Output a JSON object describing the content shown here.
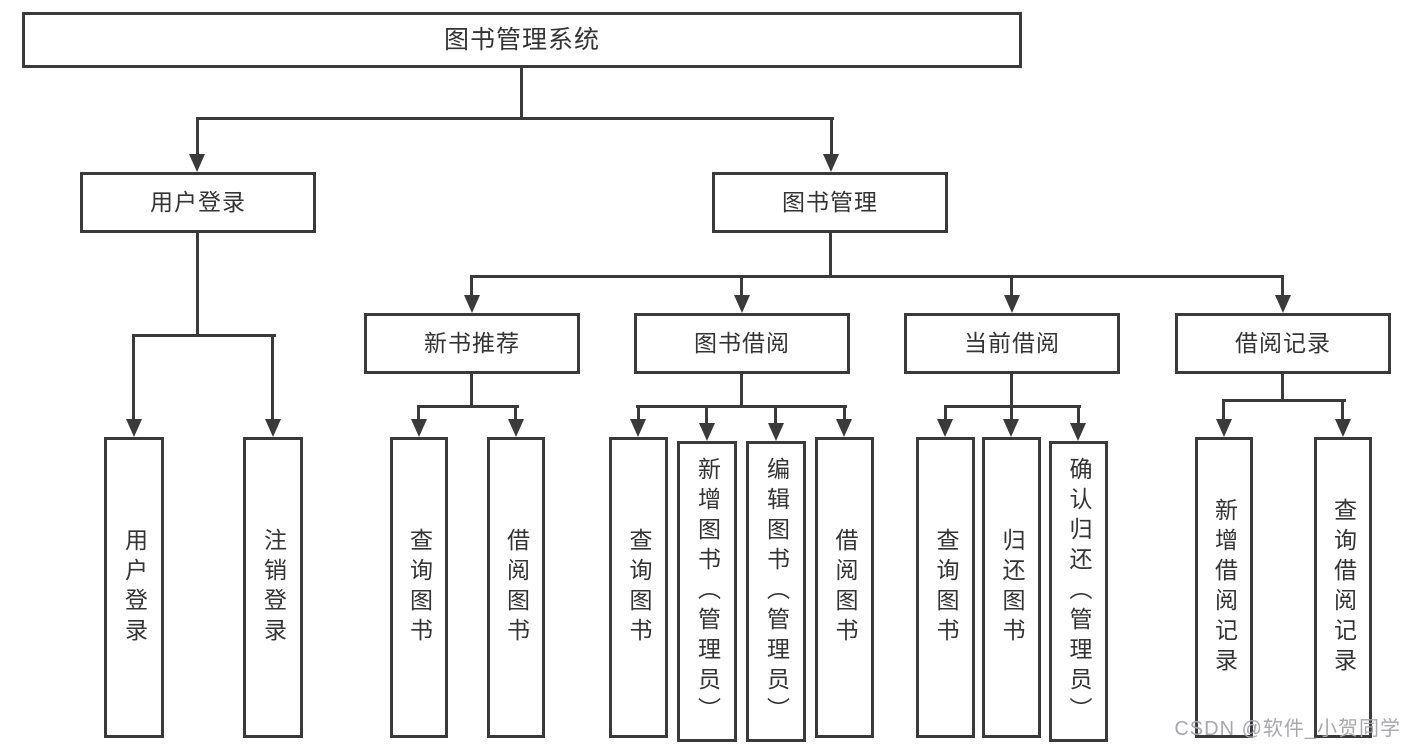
{
  "diagram": {
    "root": {
      "label": "图书管理系统"
    },
    "branches": [
      {
        "label": "用户登录",
        "children": [
          {
            "label": "用户登录"
          },
          {
            "label": "注销登录"
          }
        ]
      },
      {
        "label": "图书管理",
        "children": [
          {
            "label": "新书推荐",
            "children": [
              {
                "label": "查询图书"
              },
              {
                "label": "借阅图书"
              }
            ]
          },
          {
            "label": "图书借阅",
            "children": [
              {
                "label": "查询图书"
              },
              {
                "label": "新增图书（管理员）"
              },
              {
                "label": "编辑图书（管理员）"
              },
              {
                "label": "借阅图书"
              }
            ]
          },
          {
            "label": "当前借阅",
            "children": [
              {
                "label": "查询图书"
              },
              {
                "label": "归还图书"
              },
              {
                "label": "确认归还（管理员）"
              }
            ]
          },
          {
            "label": "借阅记录",
            "children": [
              {
                "label": "新增借阅记录"
              },
              {
                "label": "查询借阅记录"
              }
            ]
          }
        ]
      }
    ],
    "watermark": "CSDN @软件_小贺同学",
    "colors": {
      "line": "#3a3a3a",
      "text": "#333333",
      "watermark": "#a7a7ae",
      "background": "#ffffff"
    }
  }
}
